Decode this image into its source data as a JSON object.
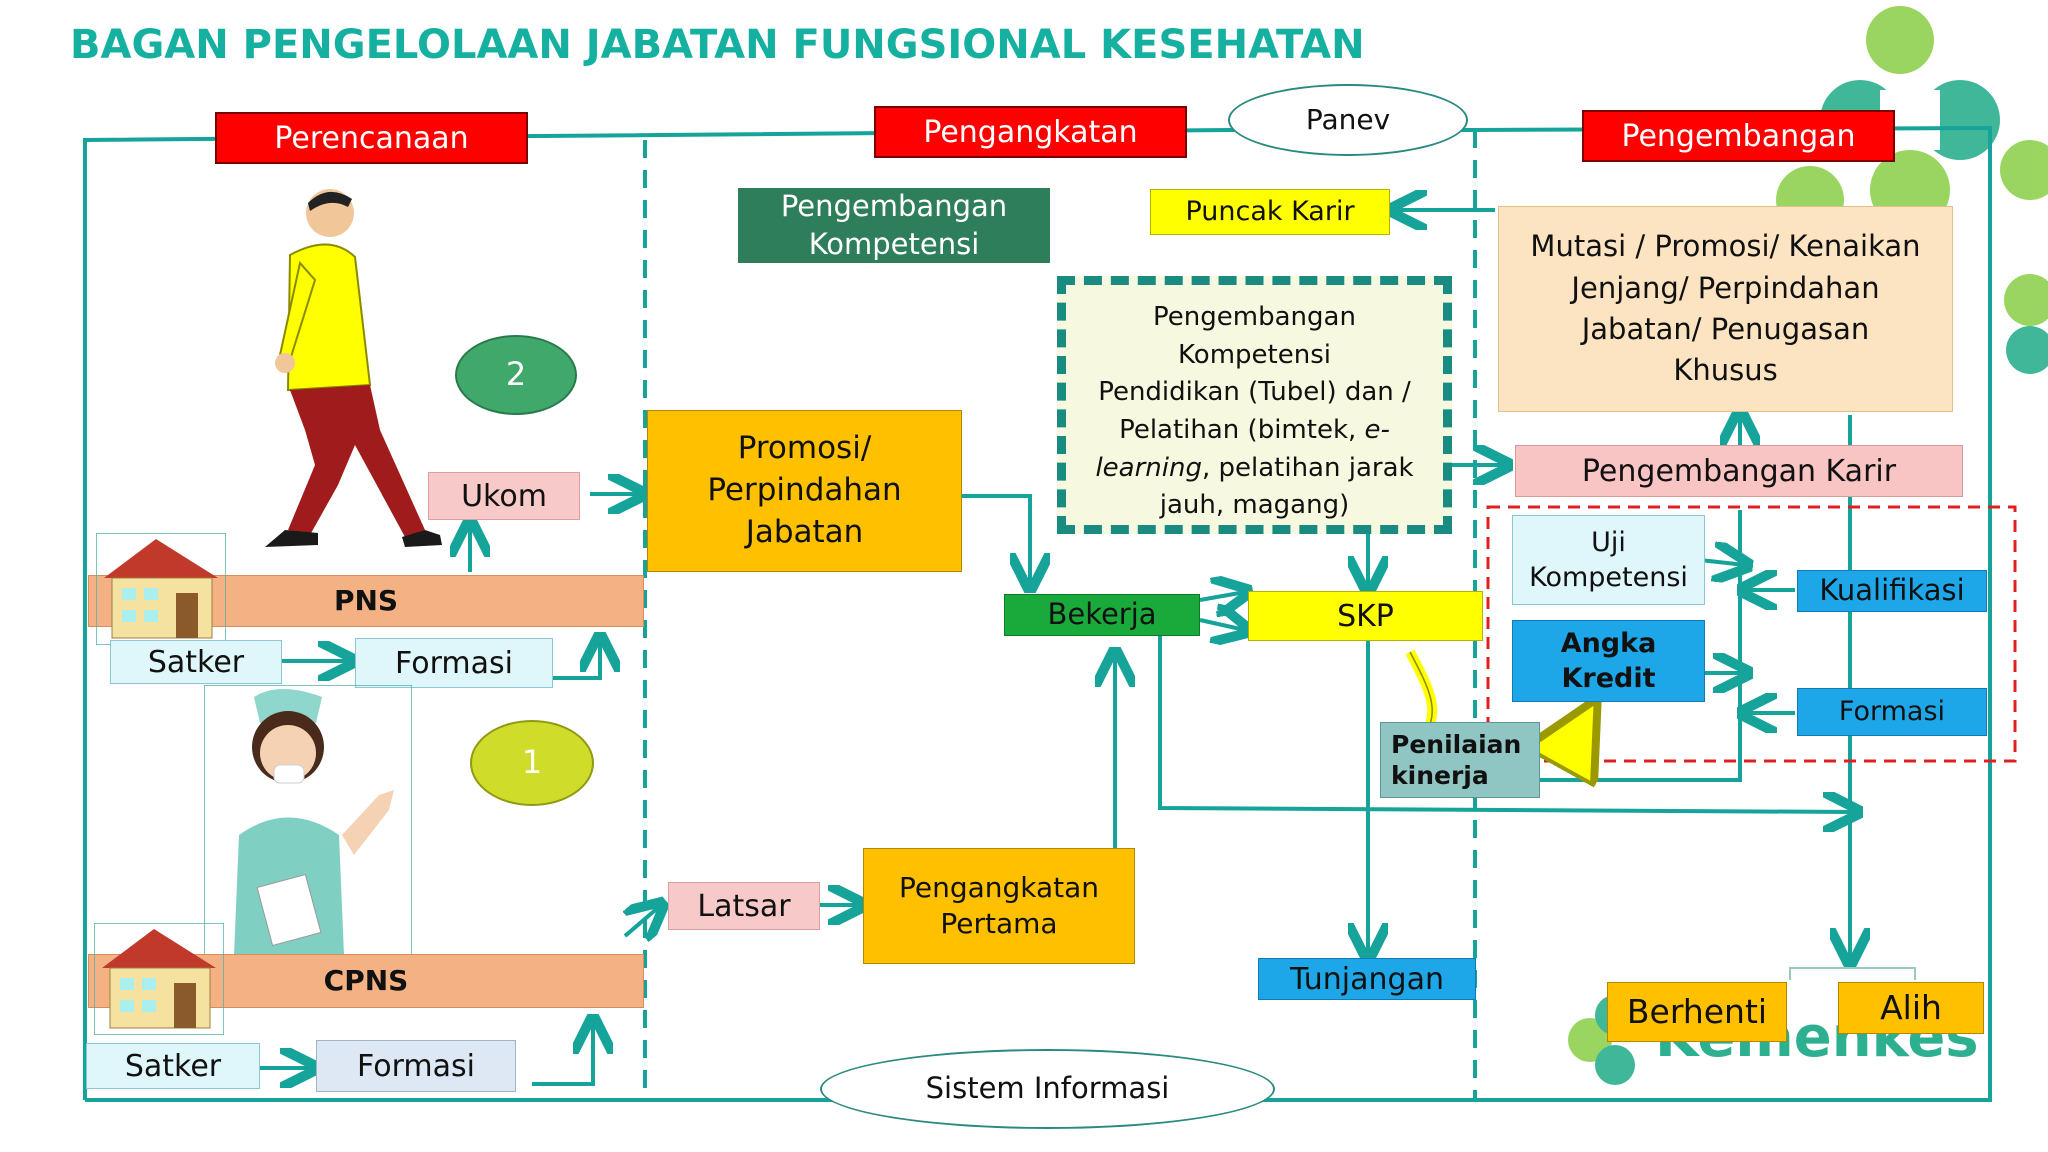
{
  "title": "BAGAN PENGELOLAAN JABATAN FUNGSIONAL KESEHATAN",
  "headers": {
    "perencanaan": "Perencanaan",
    "pengangkatan": "Pengangkatan",
    "pengembangan": "Pengembangan"
  },
  "panev": "Panev",
  "sistem_informasi": "Sistem Informasi",
  "circles": {
    "two": "2",
    "one": "1"
  },
  "left": {
    "ukom": "Ukom",
    "pns": "PNS",
    "cpns": "CPNS",
    "satker": "Satker",
    "formasi": "Formasi"
  },
  "middle": {
    "pengembangan_kompetensi_label": "Pengembangan Kompetensi",
    "promosi": "Promosi/ Perpindahan Jabatan",
    "latsar": "Latsar",
    "pengangkatan_pertama": "Pengangkatan Pertama",
    "bekerja": "Bekerja"
  },
  "center": {
    "puncak_karir": "Puncak Karir",
    "dev_line1": "Pengembangan",
    "dev_line2": "Kompetensi",
    "dev_line3": "Pendidikan (Tubel) dan /",
    "dev_line4a": "Pelatihan (bimtek, ",
    "dev_line4b": "e-",
    "dev_line5a": "learning",
    "dev_line5b": ", pelatihan jarak",
    "dev_line6": "jauh, magang)",
    "skp": "SKP",
    "penilaian_kinerja": "Penilaian kinerja",
    "tunjangan": "Tunjangan"
  },
  "right": {
    "mutasi": "Mutasi / Promosi/ Kenaikan Jenjang/ Perpindahan Jabatan/ Penugasan Khusus",
    "pengembangan_karir": "Pengembangan Karir",
    "uji_kompetensi": "Uji Kompetensi",
    "angka_kredit": "Angka Kredit",
    "kualifikasi": "Kualifikasi",
    "formasi": "Formasi",
    "berhenti": "Berhenti",
    "alih": "Alih"
  },
  "logo_text": "Kemenkes",
  "colors": {
    "teal": "#15a39a",
    "red_header": "#ff0000",
    "orange": "#ffc000",
    "green_box": "#2e7d5b",
    "bekerja_green": "#1aaa3c",
    "blue": "#1ea7e8"
  }
}
